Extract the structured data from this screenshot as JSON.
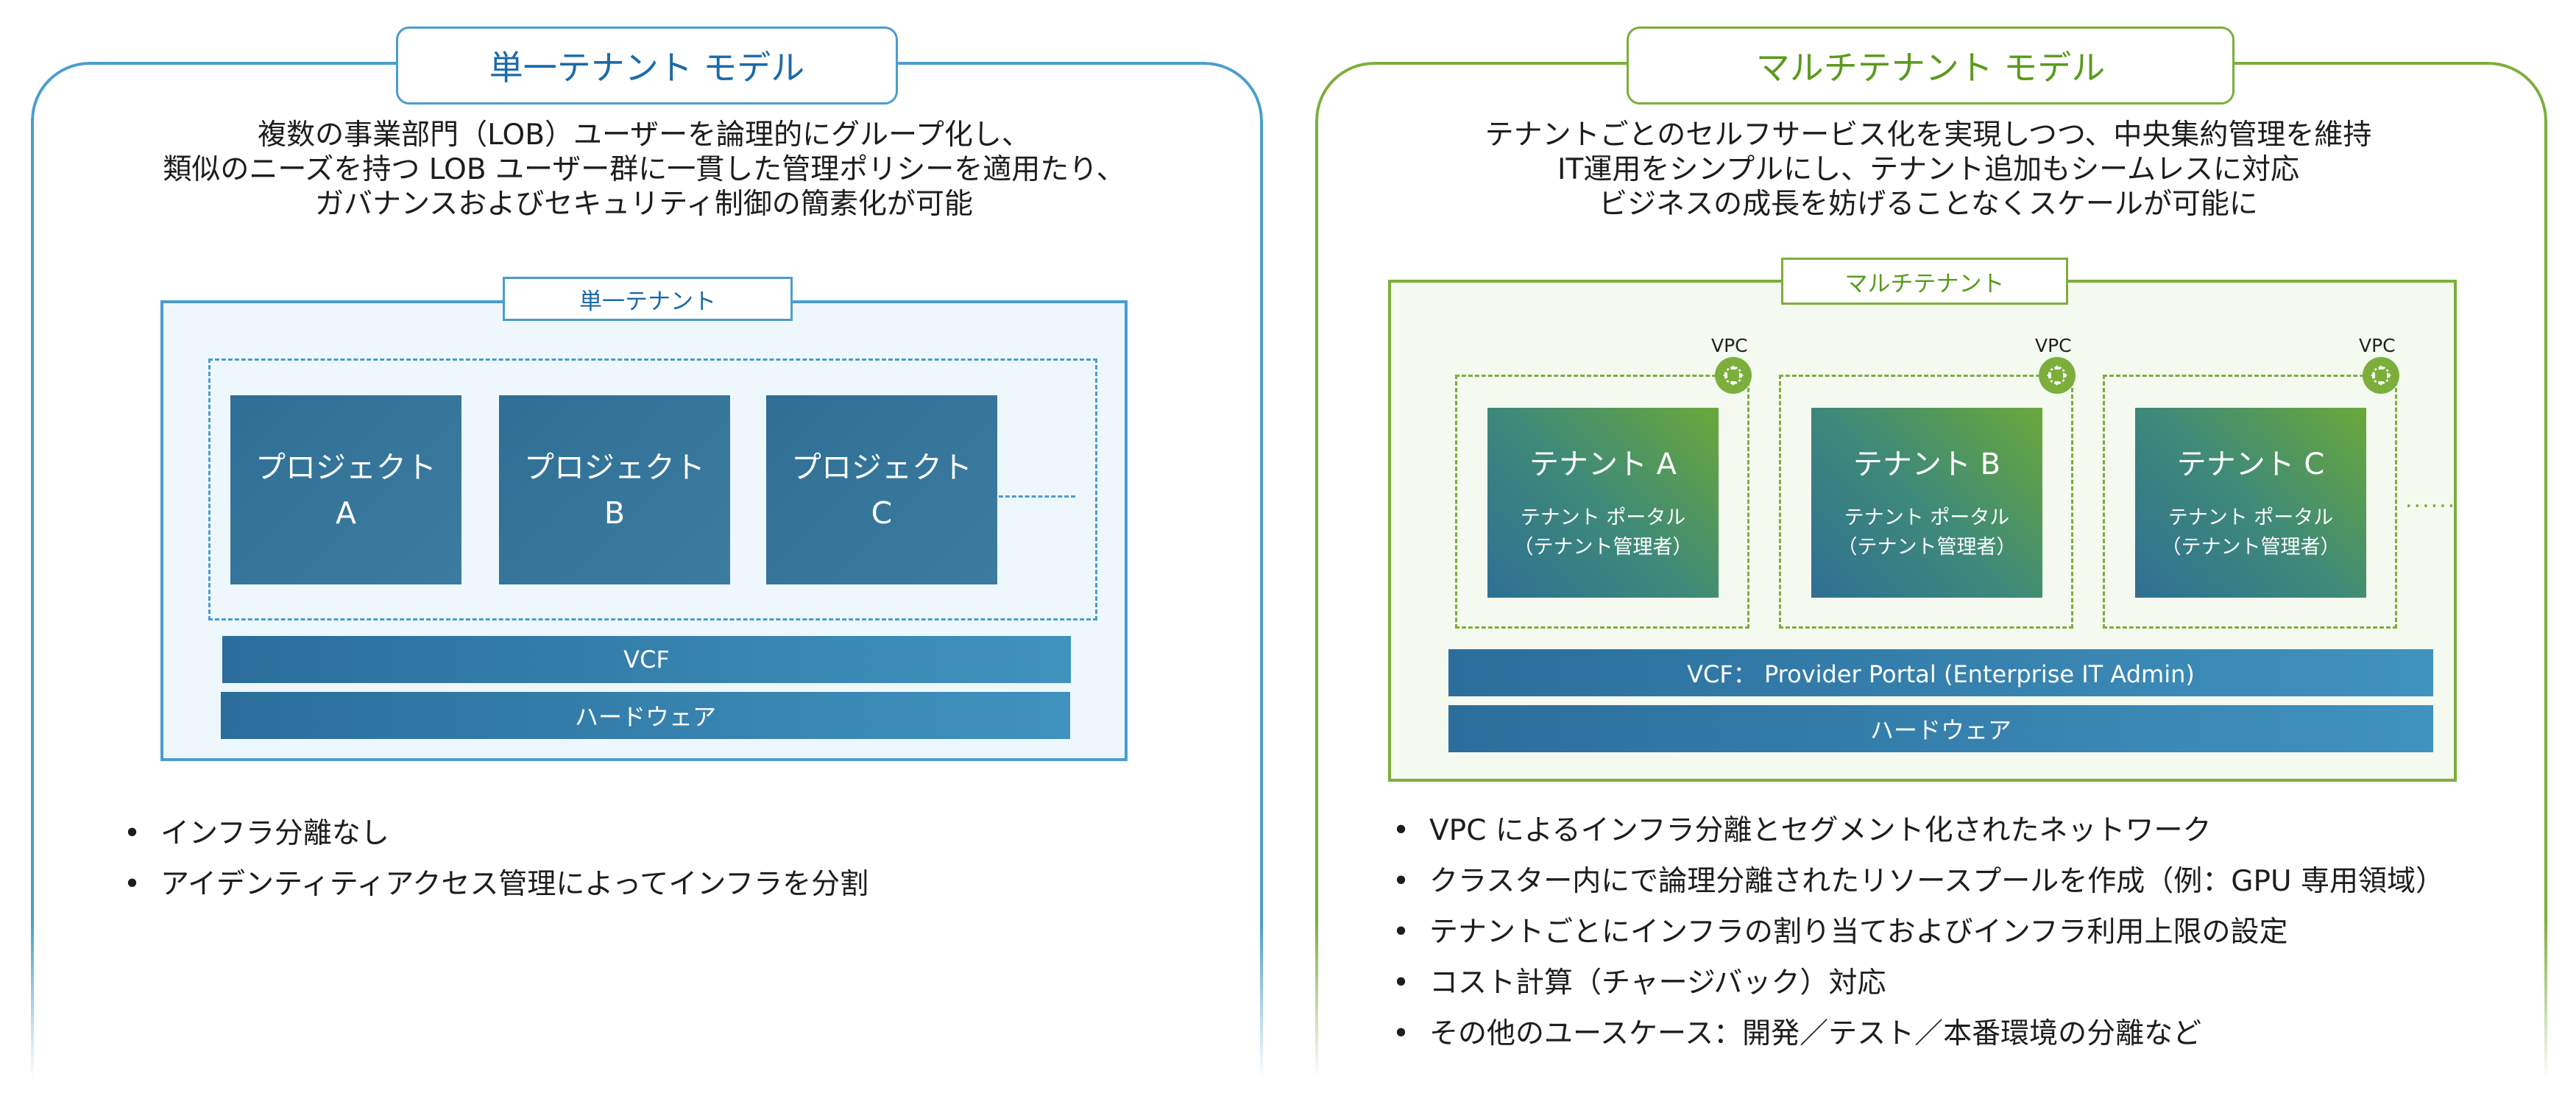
{
  "left": {
    "title": "単一テナント モデル",
    "description": [
      "複数の事業部門（LOB）ユーザーを論理的にグループ化し、",
      "類似のニーズを持つ LOB ユーザー群に一貫した管理ポリシーを適用たり、",
      "ガバナンスおよびセキュリティ制御の簡素化が可能"
    ],
    "box_label": "単一テナント",
    "projects": [
      {
        "line1": "プロジェクト",
        "line2": "A"
      },
      {
        "line1": "プロジェクト",
        "line2": "B"
      },
      {
        "line1": "プロジェクト",
        "line2": "C"
      }
    ],
    "layers": [
      "VCF",
      "ハードウェア"
    ],
    "bullets": [
      "インフラ分離なし",
      "アイデンティティアクセス管理によってインフラを分割"
    ]
  },
  "right": {
    "title": "マルチテナント モデル",
    "description": [
      "テナントごとのセルフサービス化を実現しつつ、中央集約管理を維持",
      "IT運用をシンプルにし、テナント追加もシームレスに対応",
      "ビジネスの成長を妨げることなくスケールが可能に"
    ],
    "box_label": "マルチテナント",
    "vpc_label": "VPC",
    "tenants": [
      {
        "name": "テナント A",
        "sub1": "テナント ポータル",
        "sub2": "（テナント管理者）"
      },
      {
        "name": "テナント B",
        "sub1": "テナント ポータル",
        "sub2": "（テナント管理者）"
      },
      {
        "name": "テナント C",
        "sub1": "テナント ポータル",
        "sub2": "（テナント管理者）"
      }
    ],
    "layers": [
      "VCF：  Provider Portal (Enterprise IT Admin)",
      "ハードウェア"
    ],
    "bullets": [
      "VPC によるインフラ分離とセグメント化されたネットワーク",
      "クラスター内にで論理分離されたリソースプールを作成（例：GPU 専用領域）",
      "テナントごとにインフラの割り当ておよびインフラ利用上限の設定",
      "コスト計算（チャージバック）対応",
      "その他のユースケース：開発／テスト／本番環境の分離など"
    ]
  },
  "colors": {
    "blue": "#4a9dd0",
    "green": "#7cae3c"
  },
  "icons": {
    "vpc": "vpc-network-icon"
  }
}
